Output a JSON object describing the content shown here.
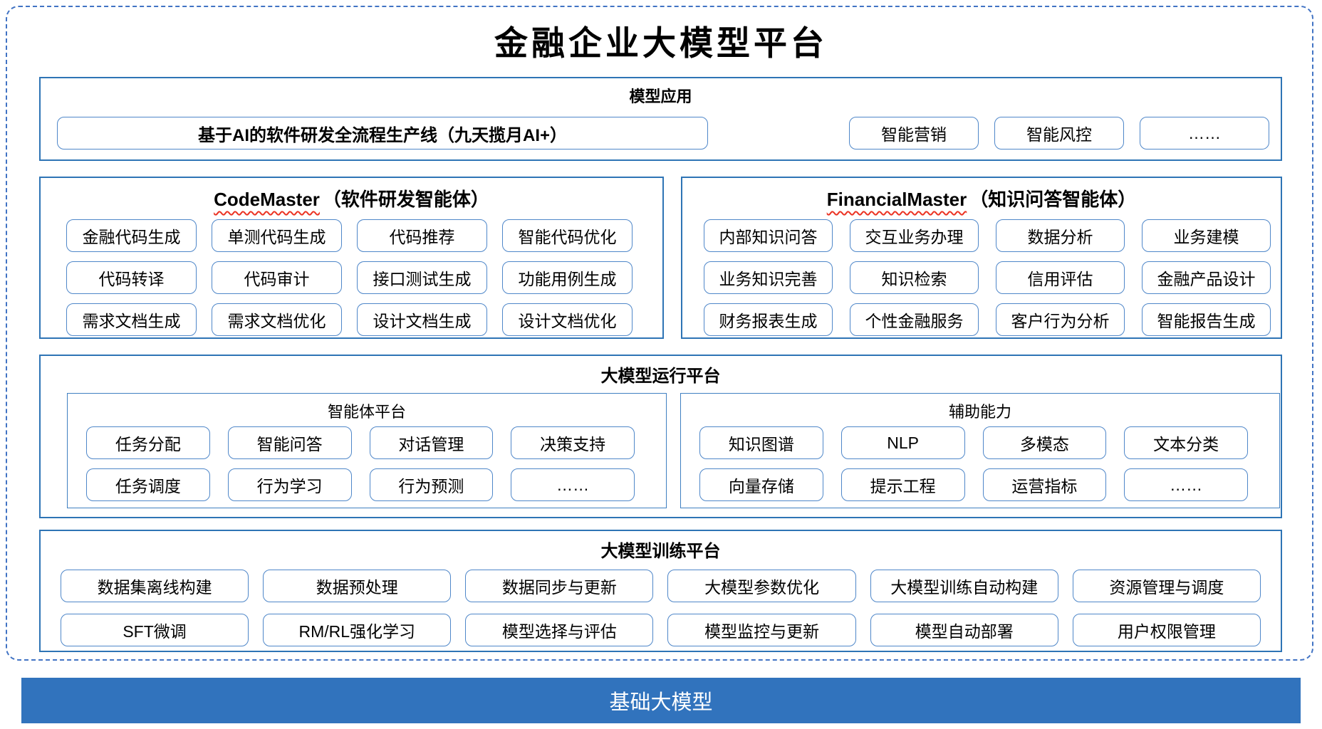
{
  "page": {
    "title": "金融企业大模型平台"
  },
  "colors": {
    "section_border": "#2E74B5",
    "chip_border": "#4F87C9",
    "inner_border": "#3F7FC1",
    "dashed_border": "#4173C4",
    "foundation_bg": "#3173BD",
    "spellcheck_red": "#EB3323"
  },
  "sections": {
    "model_app": {
      "title": "模型应用",
      "wide_item": "基于AI的软件研发全流程生产线（九天揽月AI+）",
      "items": [
        "智能营销",
        "智能风控",
        "……"
      ]
    },
    "code_master": {
      "title_en": "CodeMaster",
      "title_zh": "（软件研发智能体）",
      "items": [
        "金融代码生成",
        "单测代码生成",
        "代码推荐",
        "智能代码优化",
        "代码转译",
        "代码审计",
        "接口测试生成",
        "功能用例生成",
        "需求文档生成",
        "需求文档优化",
        "设计文档生成",
        "设计文档优化"
      ]
    },
    "financial_master": {
      "title_en": "FinancialMaster",
      "title_zh": "（知识问答智能体）",
      "items": [
        "内部知识问答",
        "交互业务办理",
        "数据分析",
        "业务建模",
        "业务知识完善",
        "知识检索",
        "信用评估",
        "金融产品设计",
        "财务报表生成",
        "个性金融服务",
        "客户行为分析",
        "智能报告生成"
      ]
    },
    "runtime": {
      "title": "大模型运行平台",
      "groups": [
        {
          "title": "智能体平台",
          "items": [
            "任务分配",
            "智能问答",
            "对话管理",
            "决策支持",
            "任务调度",
            "行为学习",
            "行为预测",
            "……"
          ]
        },
        {
          "title": "辅助能力",
          "items": [
            "知识图谱",
            "NLP",
            "多模态",
            "文本分类",
            "向量存储",
            "提示工程",
            "运营指标",
            "……"
          ]
        }
      ]
    },
    "training": {
      "title": "大模型训练平台",
      "items": [
        "数据集离线构建",
        "数据预处理",
        "数据同步与更新",
        "大模型参数优化",
        "大模型训练自动构建",
        "资源管理与调度",
        "SFT微调",
        "RM/RL强化学习",
        "模型选择与评估",
        "模型监控与更新",
        "模型自动部署",
        "用户权限管理"
      ]
    },
    "foundation": {
      "title": "基础大模型"
    }
  }
}
